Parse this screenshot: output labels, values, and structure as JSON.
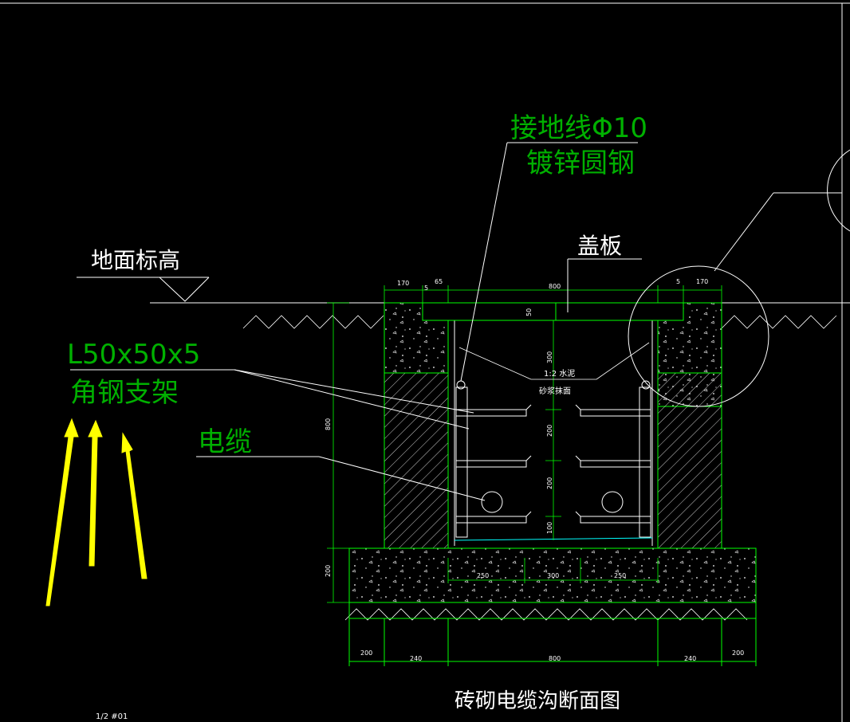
{
  "labels": {
    "ground_wire_line1": "接地线Φ10",
    "ground_wire_line2": "镀锌圆钢",
    "cover_plate": "盖板",
    "ground_level": "地面标高",
    "angle_steel_line1": "L50x50x5",
    "angle_steel_line2": "角钢支架",
    "cable": "电缆",
    "mortar_line1": "1:2 水泥",
    "mortar_line2": "砂浆抹面",
    "title": "砖砌电缆沟断面图",
    "corner_note": "1/2 #01"
  },
  "dimensions": {
    "top_left_wall": "170",
    "top_left_gap": "5",
    "top_left_offset": "65",
    "top_inner": "800",
    "top_right_gap": "5",
    "top_right_wall": "170",
    "cover_thickness": "50",
    "inner_top": "300",
    "inner_mid1": "200",
    "inner_mid2": "200",
    "inner_bottom": "100",
    "depth_total": "800",
    "base_thickness": "200",
    "base_left": "250",
    "base_mid": "300",
    "base_right": "250",
    "bottom_left_ext": "200",
    "bottom_left_wall": "240",
    "bottom_inner": "800",
    "bottom_right_wall": "240",
    "bottom_right_ext": "200"
  },
  "colors": {
    "background": "#000000",
    "drawing_lines": "#00ff00",
    "annotation_text": "#00b000",
    "arrow": "#ffff00",
    "leader_lines": "#ffffff",
    "water_line": "#00ffff"
  }
}
